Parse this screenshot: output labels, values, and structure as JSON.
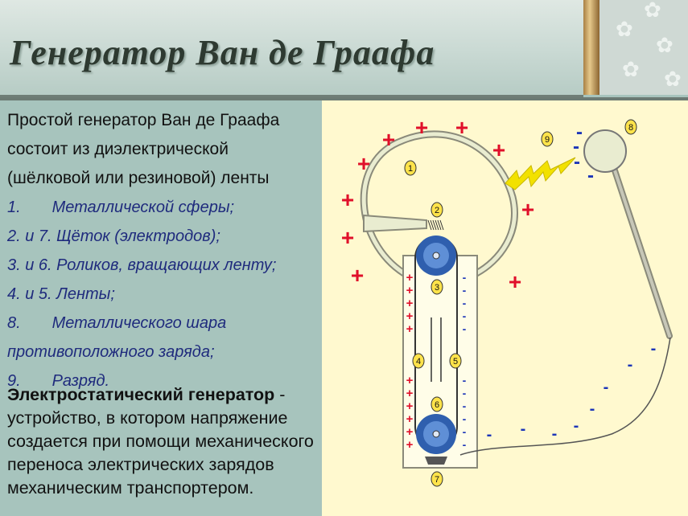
{
  "title": "Генератор Ван де Граафа",
  "intro_lines": [
    "Простой генератор Ван де Граафа",
    "состоит из диэлектрической",
    "(шёлковой или резиновой) ленты"
  ],
  "items": [
    {
      "num": "1.",
      "text": "Металлической сферы;"
    },
    {
      "num": "2. и 7.",
      "text": "Щёток (электродов);"
    },
    {
      "num": "3. и 6.",
      "text": "Роликов, вращающих ленту;"
    },
    {
      "num": "4. и 5.",
      "text": "Ленты;"
    },
    {
      "num": "8.",
      "text": "Металлического шара"
    },
    {
      "num": "",
      "text": "противоположного заряда;"
    },
    {
      "num": "9.",
      "text": "Разряд."
    }
  ],
  "definition": {
    "term": "Электростатический генератор",
    "dash": " -",
    "lines": [
      "устройство, в котором напряжение",
      "создается при помощи механического",
      "переноса электрических зарядов",
      "механическим транспортером."
    ]
  },
  "diagram": {
    "labels": [
      "1",
      "2",
      "3",
      "4",
      "5",
      "6",
      "7",
      "8",
      "9"
    ],
    "plus_sign": "+",
    "minus_sign": "-",
    "colors": {
      "sphere_fill": "#e9ecd0",
      "sphere_stroke": "#8a8a7a",
      "plus": "#e0102a",
      "minus": "#1c35b8",
      "roller": "#2f5fae",
      "spark": "#f2e100",
      "label_fill": "#ffe34a"
    }
  },
  "decor_glyph": "✿"
}
